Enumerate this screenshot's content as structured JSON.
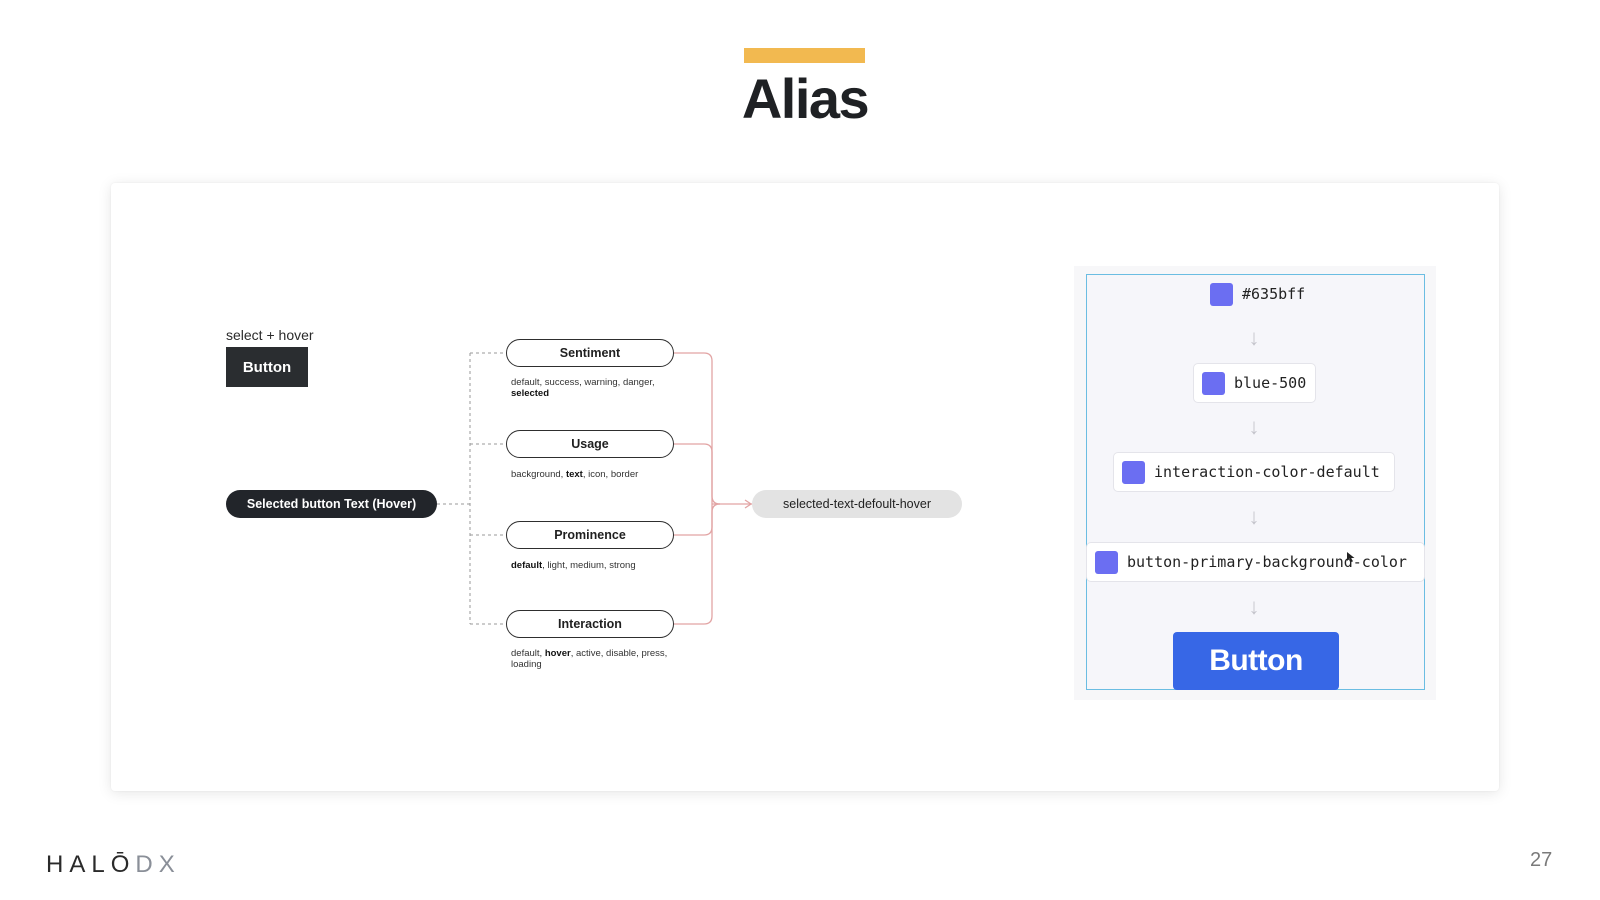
{
  "slide": {
    "title": "Alias",
    "accent_color": "#f2b950",
    "page_number": "27"
  },
  "logo": {
    "primary": "HALŌ",
    "secondary": "DX"
  },
  "left_example": {
    "label": "select + hover",
    "button_label": "Button"
  },
  "diagram": {
    "source": "Selected button Text (Hover)",
    "nodes": [
      {
        "label": "Sentiment",
        "description_parts": [
          {
            "t": "default, success, warning, danger, ",
            "b": false
          },
          {
            "t": "selected",
            "b": true
          }
        ]
      },
      {
        "label": "Usage",
        "description_parts": [
          {
            "t": "background, ",
            "b": false
          },
          {
            "t": "text",
            "b": true
          },
          {
            "t": ", icon, border",
            "b": false
          }
        ]
      },
      {
        "label": "Prominence",
        "description_parts": [
          {
            "t": "default",
            "b": true
          },
          {
            "t": ", light, medium, strong",
            "b": false
          }
        ]
      },
      {
        "label": "Interaction",
        "description_parts": [
          {
            "t": "default, ",
            "b": false
          },
          {
            "t": "hover",
            "b": true
          },
          {
            "t": ", active, disable, press, loading",
            "b": false
          }
        ]
      }
    ],
    "result": "selected-text-defoult-hover",
    "colors": {
      "dashed_line": "#9a9a9a",
      "pink_line": "#e2a4a4"
    }
  },
  "alias_chain": {
    "swatch_color": "#6b6ef2",
    "tokens": [
      "#635bff",
      "blue-500",
      "interaction-color-default",
      "button-primary-background-color"
    ],
    "arrow_icon": "down-arrow-icon",
    "button_label": "Button",
    "button_color": "#3767e6",
    "frame_color": "#6bbde2"
  }
}
